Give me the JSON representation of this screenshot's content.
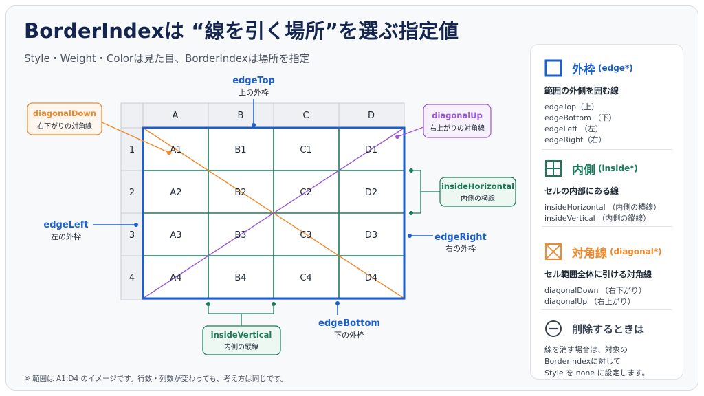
{
  "title": "BorderIndexは “線を引く場所”を選ぶ指定値",
  "subtitle": "Style・Weight・Colorは見た目、BorderIndexは場所を指定",
  "footnote": "※ 範囲は A1:D4 のイメージです。行数・列数が変わっても、考え方は同じです。",
  "grid": {
    "columns": [
      "A",
      "B",
      "C",
      "D"
    ],
    "rows": [
      "1",
      "2",
      "3",
      "4"
    ],
    "cells": [
      [
        "A1",
        "B1",
        "C1",
        "D1"
      ],
      [
        "A2",
        "B2",
        "C2",
        "D2"
      ],
      [
        "A3",
        "B3",
        "C3",
        "D3"
      ],
      [
        "A4",
        "B4",
        "C4",
        "D4"
      ]
    ]
  },
  "callouts": {
    "edgeTop": {
      "name": "edgeTop",
      "desc": "上の外枠"
    },
    "edgeLeft": {
      "name": "edgeLeft",
      "desc": "左の外枠"
    },
    "edgeRight": {
      "name": "edgeRight",
      "desc": "右の外枠"
    },
    "edgeBottom": {
      "name": "edgeBottom",
      "desc": "下の外枠"
    },
    "diagonalDown": {
      "name": "diagonalDown",
      "desc": "右下がりの対角線"
    },
    "diagonalUp": {
      "name": "diagonalUp",
      "desc": "右上がりの対角線"
    },
    "insideHorizontal": {
      "name": "insideHorizontal",
      "desc": "内側の横線"
    },
    "insideVertical": {
      "name": "insideVertical",
      "desc": "内側の縦線"
    }
  },
  "colors": {
    "edge": "#1d5fc8",
    "inside": "#1b7a5a",
    "diagonalDown": "#f0892b",
    "diagonalUp": "#9a57d6"
  },
  "panel": {
    "outer": {
      "icon": "outer-border-icon",
      "title": "外枠",
      "code": "(edge*)",
      "desc": "範囲の外側を囲む線",
      "items": [
        "edgeTop（上）",
        "edgeBottom （下）",
        "edgeLeft （左）",
        "edgeRight（右）"
      ]
    },
    "inside": {
      "icon": "inside-border-icon",
      "title": "内側",
      "code": "(inside*)",
      "desc": "セルの内部にある線",
      "items": [
        "insideHorizontal （内側の横線）",
        "insideVertical （内側の縦線）"
      ]
    },
    "diagonal": {
      "icon": "diagonal-border-icon",
      "title": "対角線",
      "code": "(diagonal*)",
      "desc": "セル範囲全体に引ける対角線",
      "items": [
        "diagonalDown （右下がり）",
        "diagonalUp （右上がり）"
      ]
    },
    "remove": {
      "icon": "minus-circle-icon",
      "title": "削除するときは",
      "lines": [
        "線を消す場合は、対象の",
        "BorderIndexに対して",
        "Style を none に設定します。"
      ]
    }
  }
}
